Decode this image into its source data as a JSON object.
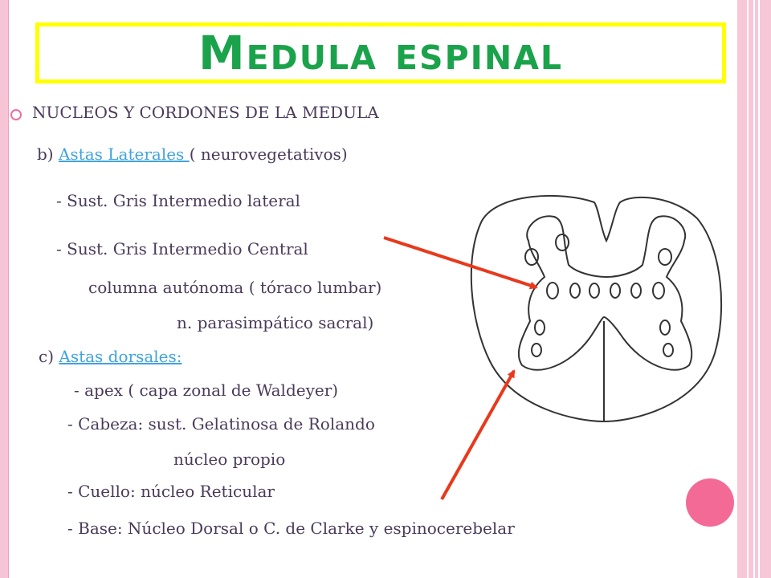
{
  "title": "Medula espinal",
  "heading": "NUCLEOS Y CORDONES DE LA MEDULA",
  "lines": {
    "b_prefix": "b) ",
    "b_link": "Astas Laterales ",
    "b_suffix": "( neurovegetativos)",
    "l1": "- Sust. Gris Intermedio lateral",
    "l2": "- Sust. Gris Intermedio Central",
    "l3": "columna autónoma ( tóraco lumbar)",
    "l4": "n. parasimpático sacral)",
    "c_prefix": "c) ",
    "c_link": "Astas dorsales:",
    "l5": "- apex ( capa zonal de Waldeyer)",
    "l6": "-   Cabeza: sust. Gelatinosa de Rolando",
    "l7": "núcleo propio",
    "l8": "- Cuello: núcleo Reticular",
    "l9": "- Base: Núcleo Dorsal o C. de Clarke y espinocerebelar"
  },
  "colors": {
    "title": "#1aa34a",
    "title_border": "#ffff00",
    "link": "#3fa3e0",
    "arrow": "#e8391d",
    "pink": "#f7c4d6"
  }
}
